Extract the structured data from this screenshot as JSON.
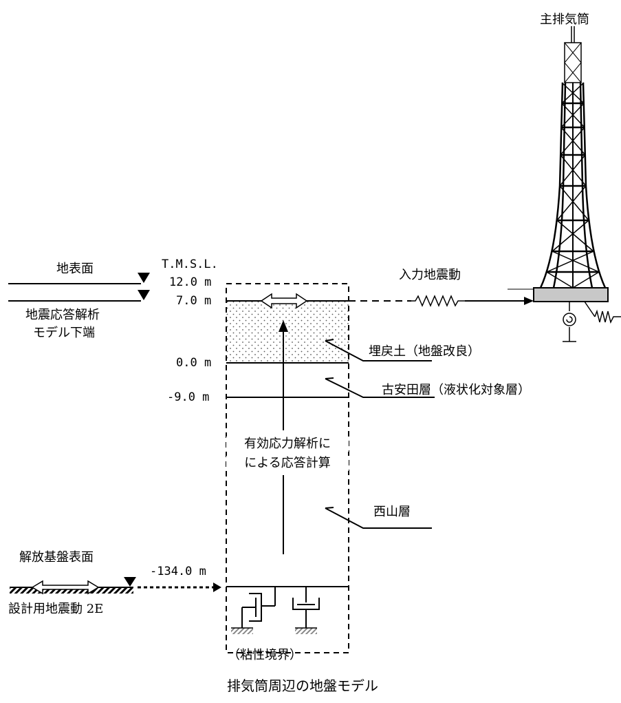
{
  "tower_title": "主排気筒",
  "tmsl_header": "T.M.S.L.",
  "ground_surface": "地表面",
  "model_bottom": [
    "地震応答解析",
    "モデル下端"
  ],
  "input_motion": "入力地震動",
  "elevations": [
    "12.0 m",
    "7.0 m",
    "0.0 m",
    "-9.0 m",
    "-134.0 m"
  ],
  "layers": {
    "backfill": "埋戻土（地盤改良）",
    "furuyasuda": "古安田層（液状化対象層）",
    "nishiyama": "西山層"
  },
  "analysis_method": [
    "有効応力解析に",
    "による応答計算"
  ],
  "base_surface": "解放基盤表面",
  "design_motion": "設計用地震動 2E",
  "viscous_boundary": "（粘性境界）",
  "caption": "排気筒周辺の地盤モデル"
}
